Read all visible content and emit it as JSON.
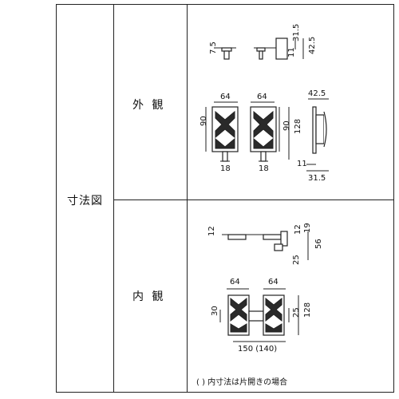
{
  "table": {
    "row_header": "寸法図",
    "sections": [
      {
        "label": "外 観"
      },
      {
        "label": "内 観"
      }
    ]
  },
  "outer_view": {
    "top_dims": [
      "7.5",
      "31.5",
      "11",
      "42.5"
    ],
    "front_dims": [
      "64",
      "64",
      "90",
      "90",
      "128",
      "18",
      "18"
    ],
    "side_dims": [
      "42.5",
      "11",
      "31.5"
    ]
  },
  "inner_view": {
    "top_dims": [
      "12",
      "12",
      "19",
      "56",
      "25"
    ],
    "front_dims": [
      "64",
      "64",
      "30",
      "25",
      "128",
      "150 (140)"
    ]
  },
  "note": "( ) 内寸法は片開きの場合"
}
